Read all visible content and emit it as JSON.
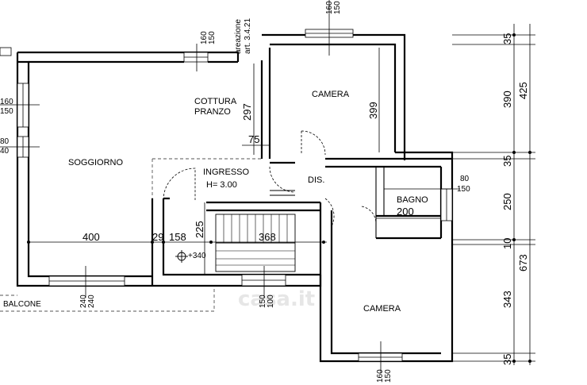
{
  "rooms": {
    "soggiorno": "SOGGIORNO",
    "cottura_line1": "COTTURA",
    "cottura_line2": "PRANZO",
    "camera_top": "CAMERA",
    "camera_bottom": "CAMERA",
    "ingresso": "INGRESSO",
    "ingresso_height": "H= 3.00",
    "dis": "DIS.",
    "bagno": "BAGNO",
    "balcone": "BALCONE"
  },
  "notes": {
    "areazione_line1": "areazione",
    "areazione_line2": "art. 3.4.21"
  },
  "dimensions": {
    "soggiorno_width": "400",
    "d29": "29",
    "d158": "158",
    "d368": "368",
    "d225": "225",
    "d297": "297",
    "d399": "399",
    "d75": "75",
    "d200": "200",
    "window_top_cottura_a": "160",
    "window_top_cottura_b": "150",
    "window_top_camera_a": "160",
    "window_top_camera_b": "150",
    "window_left_a": "160",
    "window_left_b": "150",
    "window_left2_a": "80",
    "window_left2_b": "40",
    "window_bagno_a": "80",
    "window_bagno_b": "150",
    "window_bottom_left_a": "240",
    "window_bottom_left_b": "240",
    "window_bottom_mid_a": "150",
    "window_bottom_mid_b": "100",
    "window_bottom_right_a": "160",
    "window_bottom_right_b": "150",
    "elevation": "+340",
    "right_35a": "35",
    "right_390": "390",
    "right_425": "425",
    "right_35b": "35",
    "right_250": "250",
    "right_10": "10",
    "right_343": "343",
    "right_673": "673",
    "right_35c": "35"
  },
  "watermark": "casa.it"
}
